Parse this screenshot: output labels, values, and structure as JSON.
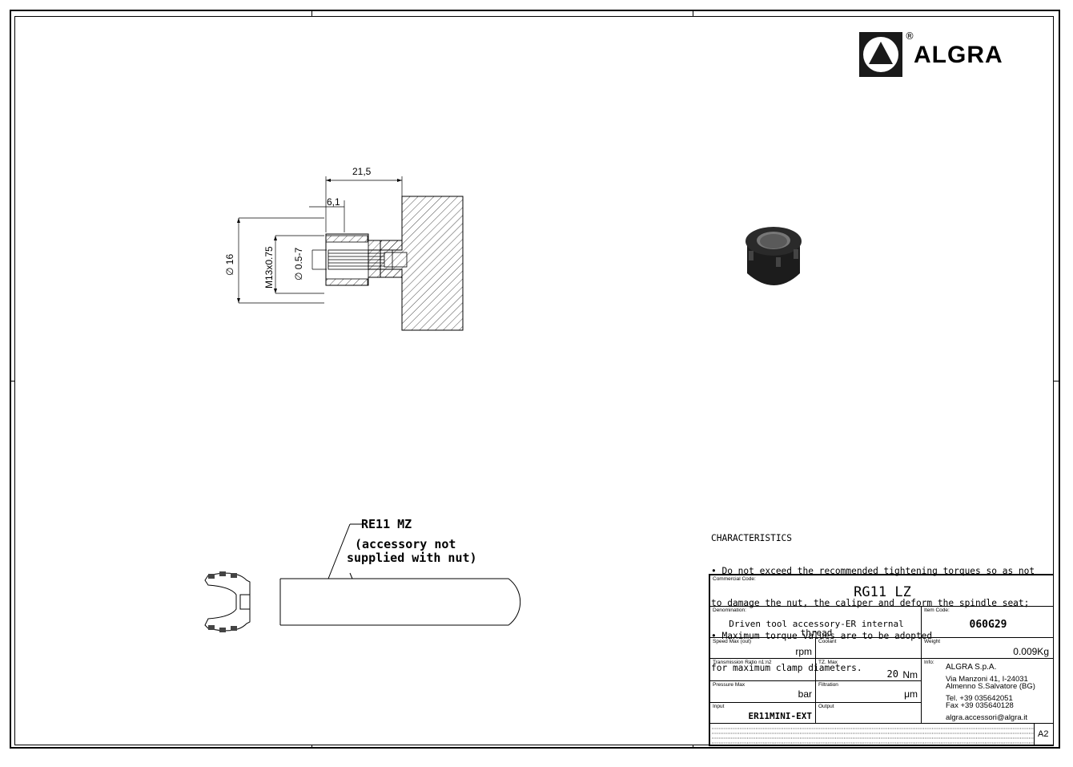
{
  "brand": {
    "name": "ALGRA",
    "reg": "®"
  },
  "drawing": {
    "dims": {
      "length": "21,5",
      "depth": "6,1",
      "outer_dia": "16",
      "thread": "M13x0.75",
      "clamp": "0.5-7",
      "dia_symbol": "∅"
    },
    "wrench_note": {
      "code": "RE11 MZ",
      "line1": "(accessory not",
      "line2": "supplied with nut)"
    }
  },
  "characteristics": {
    "title": "CHARACTERISTICS",
    "lines": [
      "• Do not exceed the recommended tightening torques so as not",
      "to damage the nut, the caliper and deform the spindle seat;",
      "• Maximum torque values are to be adopted",
      "for maximum clamp diameters."
    ]
  },
  "titleblock": {
    "commercial_code": {
      "label": "Commercial Code:",
      "value": "RG11 LZ"
    },
    "denomination": {
      "label": "Denomination:",
      "line1": "Driven tool accessory-ER internal",
      "line2": "thread"
    },
    "item_code": {
      "label": "Item Code:",
      "value": "060G29"
    },
    "speed": {
      "label": "Speed Max (out)",
      "unit": "rpm"
    },
    "coolant": {
      "label": "Coolant"
    },
    "weight": {
      "label": "Weight",
      "value": "0.009Kg"
    },
    "ratio": {
      "label": "Transmission Ratio n1:n2"
    },
    "torque": {
      "label": "TZ. Max",
      "value": "20",
      "unit": "Nm"
    },
    "pressure": {
      "label": "Pressure Max",
      "unit": "bar"
    },
    "filtration": {
      "label": "Filtration",
      "unit": "μm"
    },
    "input": {
      "label": "Input",
      "value": "ER11MINI-EXT"
    },
    "output": {
      "label": "Output"
    },
    "info": {
      "label": "Info:",
      "company": "ALGRA S.p.A.",
      "addr1": "Via Manzoni 41, I-24031",
      "addr2": "Almenno S.Salvatore (BG)",
      "tel": "Tel. +39 035642051",
      "fax": "Fax +39 035640128",
      "email": "algra.accessori@algra.it"
    },
    "sheet": "A2"
  }
}
